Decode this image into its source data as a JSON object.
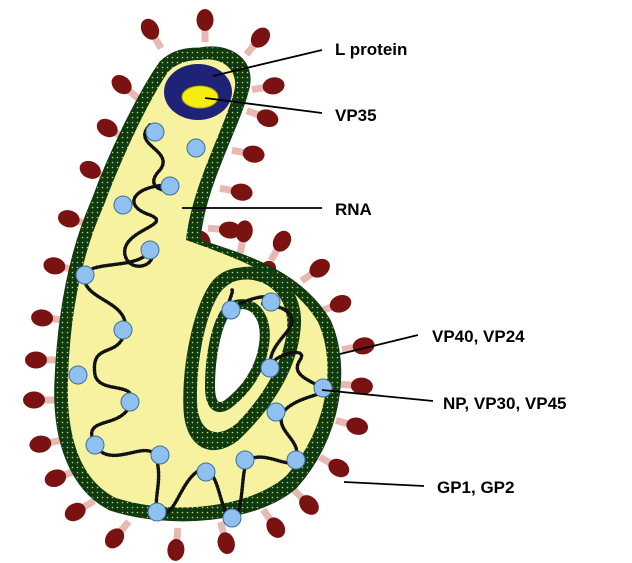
{
  "labels": {
    "l_protein": "L protein",
    "vp35": "VP35",
    "rna": "RNA",
    "vp40_vp24": "VP40, VP24",
    "np_vp30_vp45": "NP, VP30, VP45",
    "gp1_gp2": "GP1, GP2"
  },
  "colors": {
    "envelope": "#0f3a10",
    "envelope_dots": "#c8d27a",
    "interior": "#f6f2a0",
    "nucleoprotein": "#8fc0ef",
    "nucleoprotein_stroke": "#3c6e9e",
    "spike_head": "#7a1212",
    "spike_stalk": "#e8b9b3",
    "l_protein": "#1f2378",
    "vp35": "#f5ec10",
    "rna": "#111111",
    "leader_line": "#000000"
  }
}
